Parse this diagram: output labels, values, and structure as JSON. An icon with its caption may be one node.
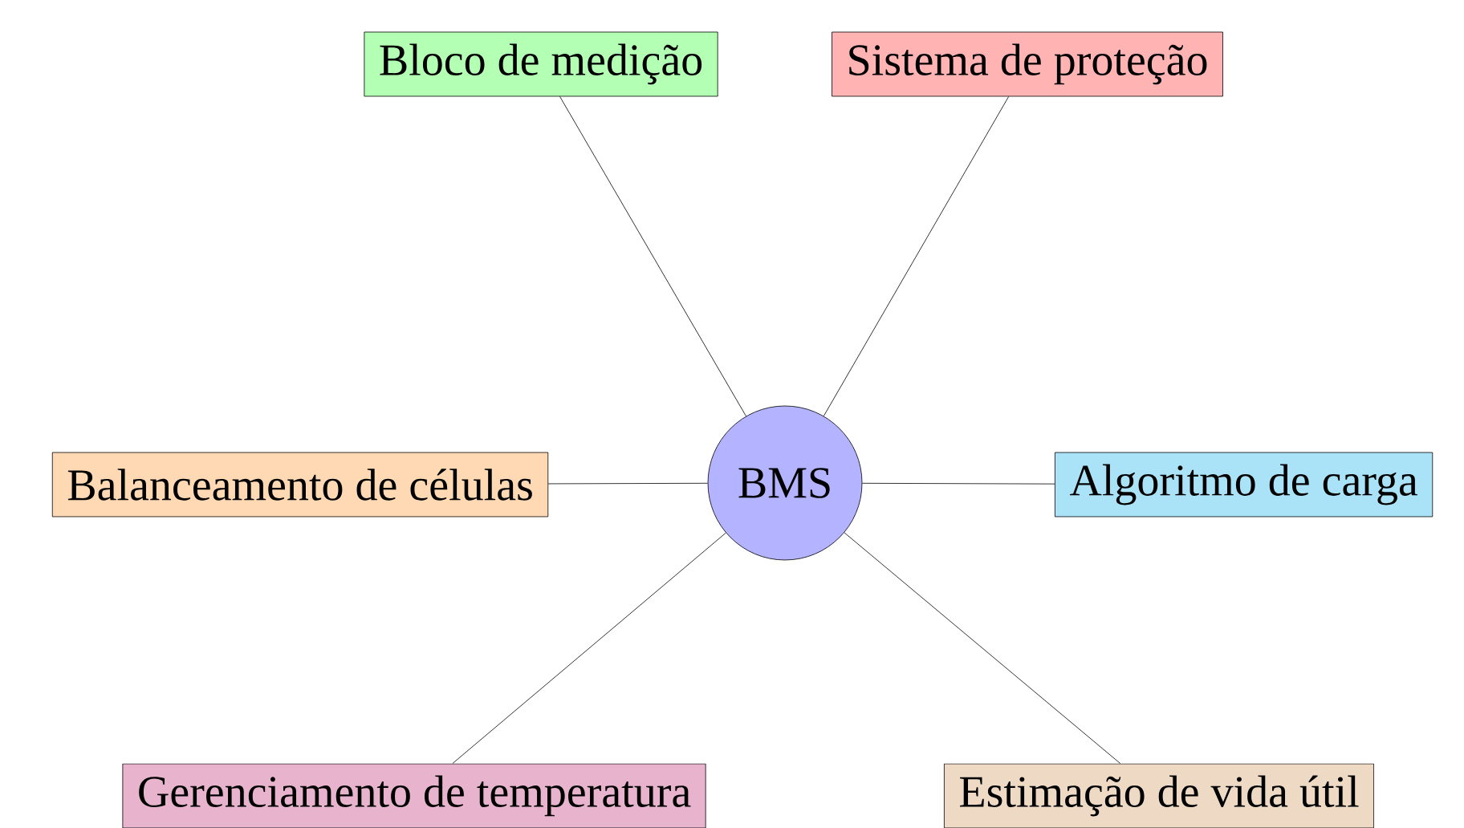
{
  "diagram": {
    "nodes": [
      {
        "text": [
          "Bloco de medição"
        ]
      },
      {
        "text": [
          "Sistema de proteção"
        ]
      },
      {
        "text": [
          "Balanceamento de células"
        ]
      },
      {
        "text": [
          "BMS"
        ]
      },
      {
        "text": [
          "Algoritmo de carga"
        ]
      },
      {
        "text": [
          "Gerenciamento de temperatura"
        ]
      },
      {
        "text": [
          "Estimação de vida útil"
        ]
      }
    ],
    "edges": [
      {
        "from": 3,
        "to": 0,
        "arrow": "none"
      },
      {
        "from": 3,
        "to": 1,
        "arrow": "none"
      },
      {
        "from": 3,
        "to": 2,
        "arrow": "none"
      },
      {
        "from": 3,
        "to": 4,
        "arrow": "none"
      },
      {
        "from": 3,
        "to": 5,
        "arrow": "none"
      },
      {
        "from": 3,
        "to": 6,
        "arrow": "none"
      }
    ]
  }
}
